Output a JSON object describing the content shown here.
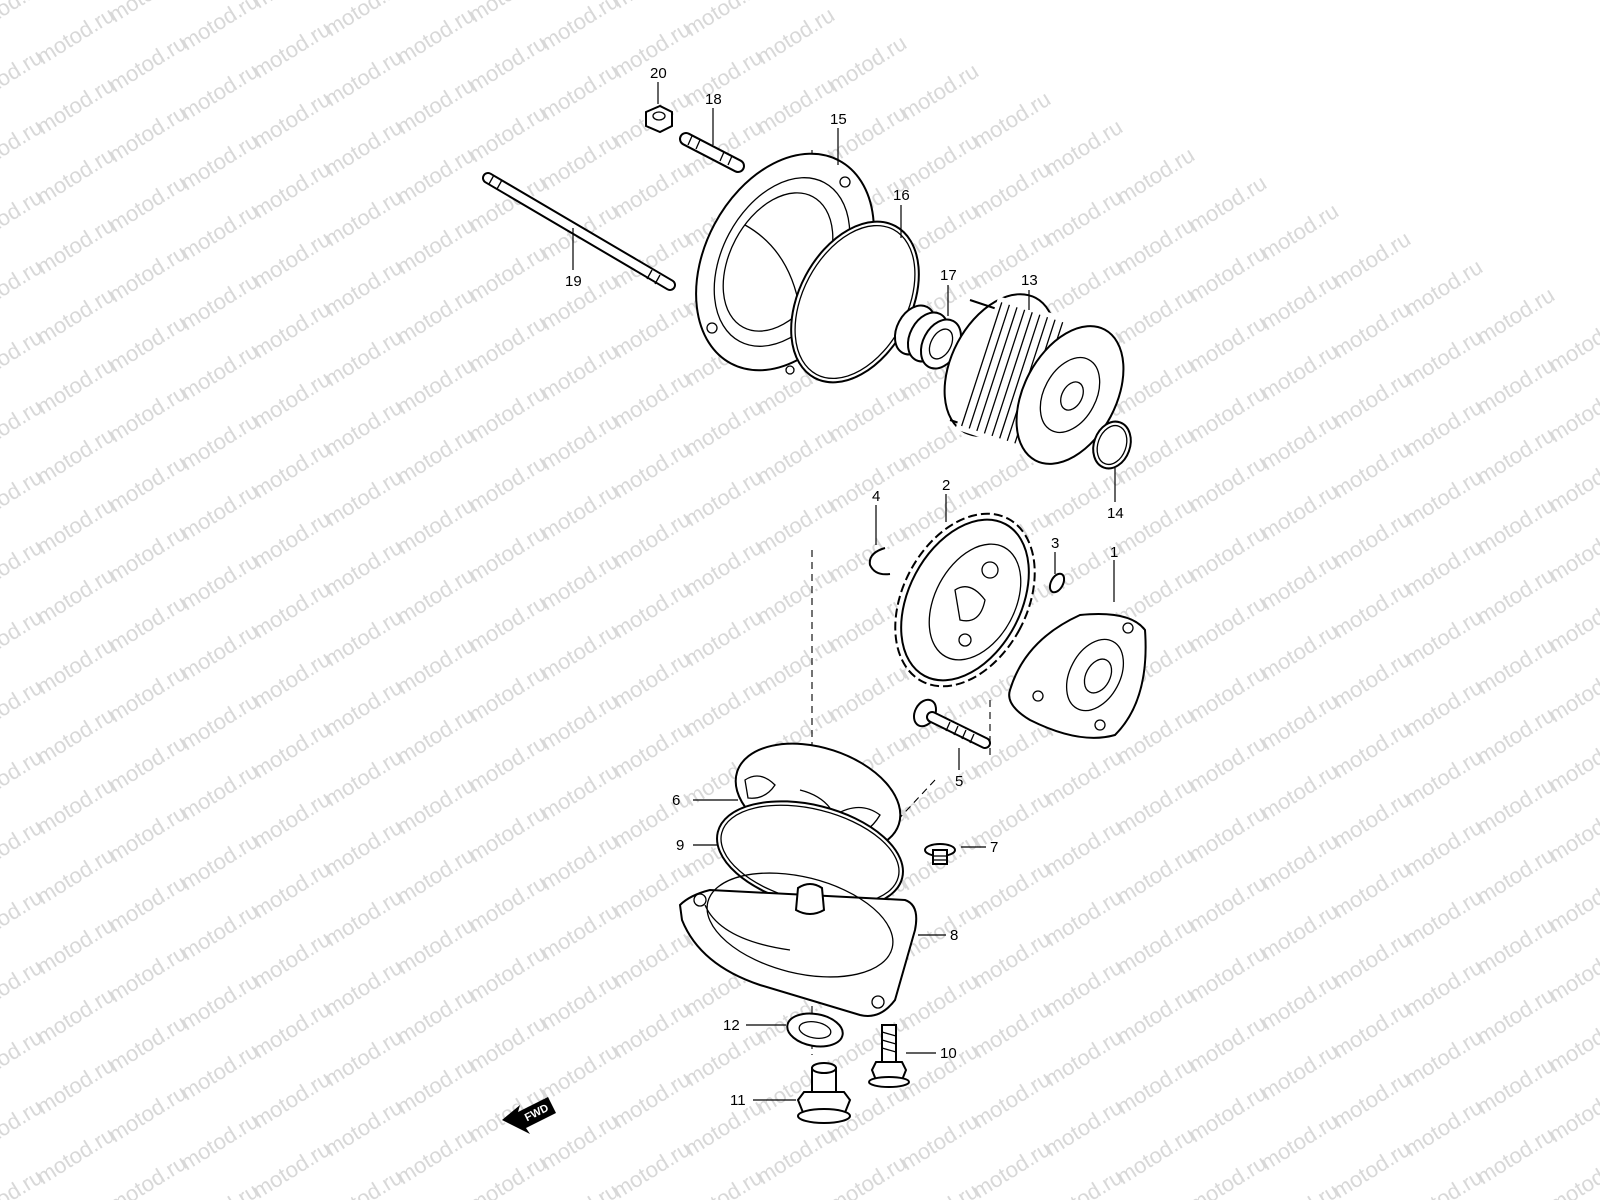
{
  "watermark_text": "motod.ru",
  "fwd_label": "FWD",
  "callouts": {
    "c1": "1",
    "c2": "2",
    "c3": "3",
    "c4": "4",
    "c5": "5",
    "c6": "6",
    "c7": "7",
    "c8": "8",
    "c9": "9",
    "c10": "10",
    "c11": "11",
    "c12": "12",
    "c13": "13",
    "c14": "14",
    "c15": "15",
    "c16": "16",
    "c17": "17",
    "c18": "18",
    "c19": "19",
    "c20": "20"
  }
}
